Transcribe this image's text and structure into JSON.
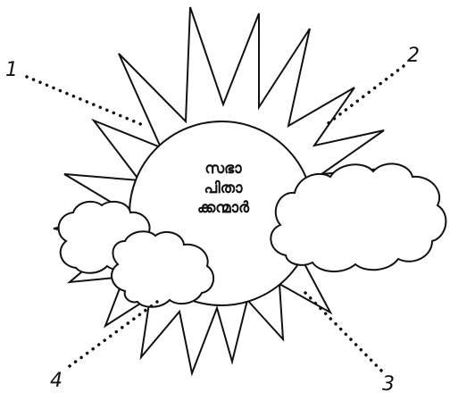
{
  "diagram": {
    "center_label_lines": [
      "സഭാ",
      "പിതാ",
      "ക്കന്മാർ"
    ],
    "markers": [
      "1",
      "2",
      "3",
      "4"
    ],
    "colors": {
      "stroke": "#111111",
      "background": "#ffffff"
    }
  }
}
